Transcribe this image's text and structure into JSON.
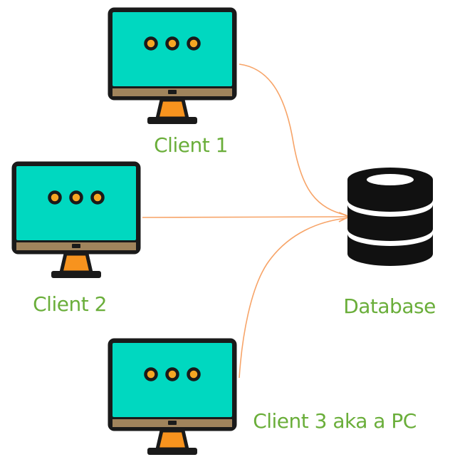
{
  "diagram": {
    "nodes": {
      "client1": {
        "label": "Client 1"
      },
      "client2": {
        "label": "Client 2"
      },
      "client3": {
        "label": "Client 3 aka a PC"
      },
      "database": {
        "label": "Database"
      }
    },
    "icons": {
      "client1": "desktop-monitor-icon",
      "client2": "desktop-monitor-icon",
      "client3": "desktop-monitor-icon",
      "database": "database-icon"
    },
    "edges": [
      {
        "from": "client1",
        "to": "database"
      },
      {
        "from": "client2",
        "to": "database"
      },
      {
        "from": "client3",
        "to": "database"
      }
    ]
  },
  "colors": {
    "label": "#6AAE3A",
    "connector": "#F7A468",
    "monitor_screen": "#00D8C0",
    "monitor_frame": "#1A1A1A",
    "monitor_chin": "#A0845C",
    "monitor_stand": "#F7931E",
    "screen_dots": "#F5A623",
    "database": "#111111"
  }
}
